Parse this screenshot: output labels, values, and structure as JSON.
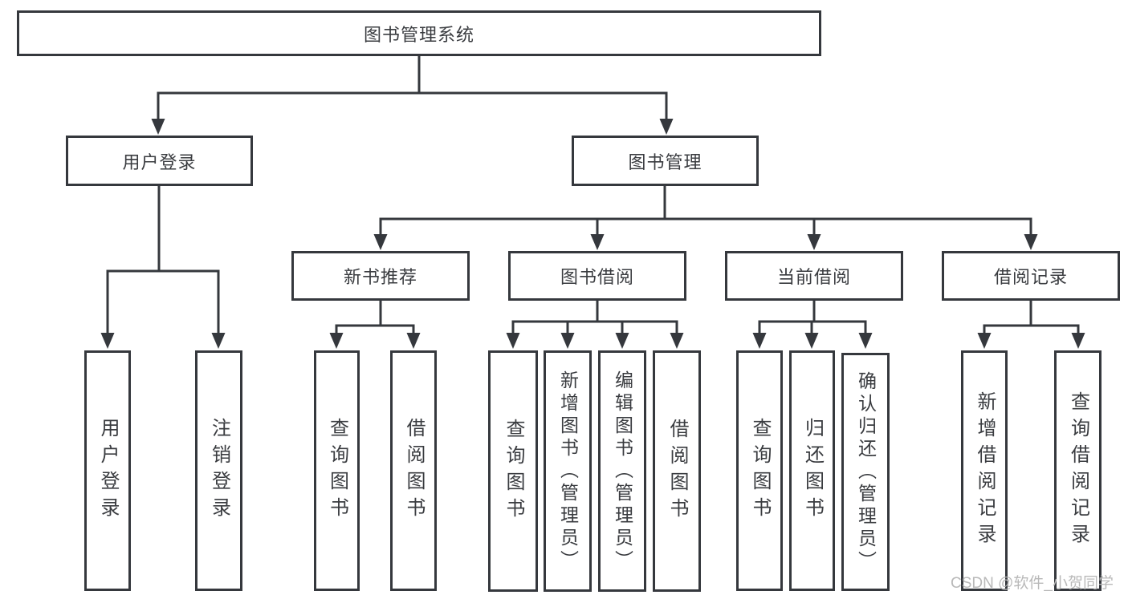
{
  "tree": {
    "label": "图书管理系统",
    "children": [
      {
        "label": "用户登录",
        "children": [
          {
            "label": "用户登录"
          },
          {
            "label": "注销登录"
          }
        ]
      },
      {
        "label": "图书管理",
        "children": [
          {
            "label": "新书推荐",
            "children": [
              {
                "label": "查询图书"
              },
              {
                "label": "借阅图书"
              }
            ]
          },
          {
            "label": "图书借阅",
            "children": [
              {
                "label": "查询图书"
              },
              {
                "label": "新增图书（管理员）"
              },
              {
                "label": "编辑图书（管理员）"
              },
              {
                "label": "借阅图书"
              }
            ]
          },
          {
            "label": "当前借阅",
            "children": [
              {
                "label": "查询图书"
              },
              {
                "label": "归还图书"
              },
              {
                "label": "确认归还（管理员）"
              }
            ]
          },
          {
            "label": "借阅记录",
            "children": [
              {
                "label": "新增借阅记录"
              },
              {
                "label": "查询借阅记录"
              }
            ]
          }
        ]
      }
    ]
  },
  "watermark": {
    "text": "CSDN @软件_小贺同学"
  },
  "colors": {
    "line": "#35383d",
    "text": "#3a3c40",
    "background": "#ffffff",
    "watermark": "#b9b9b9"
  }
}
